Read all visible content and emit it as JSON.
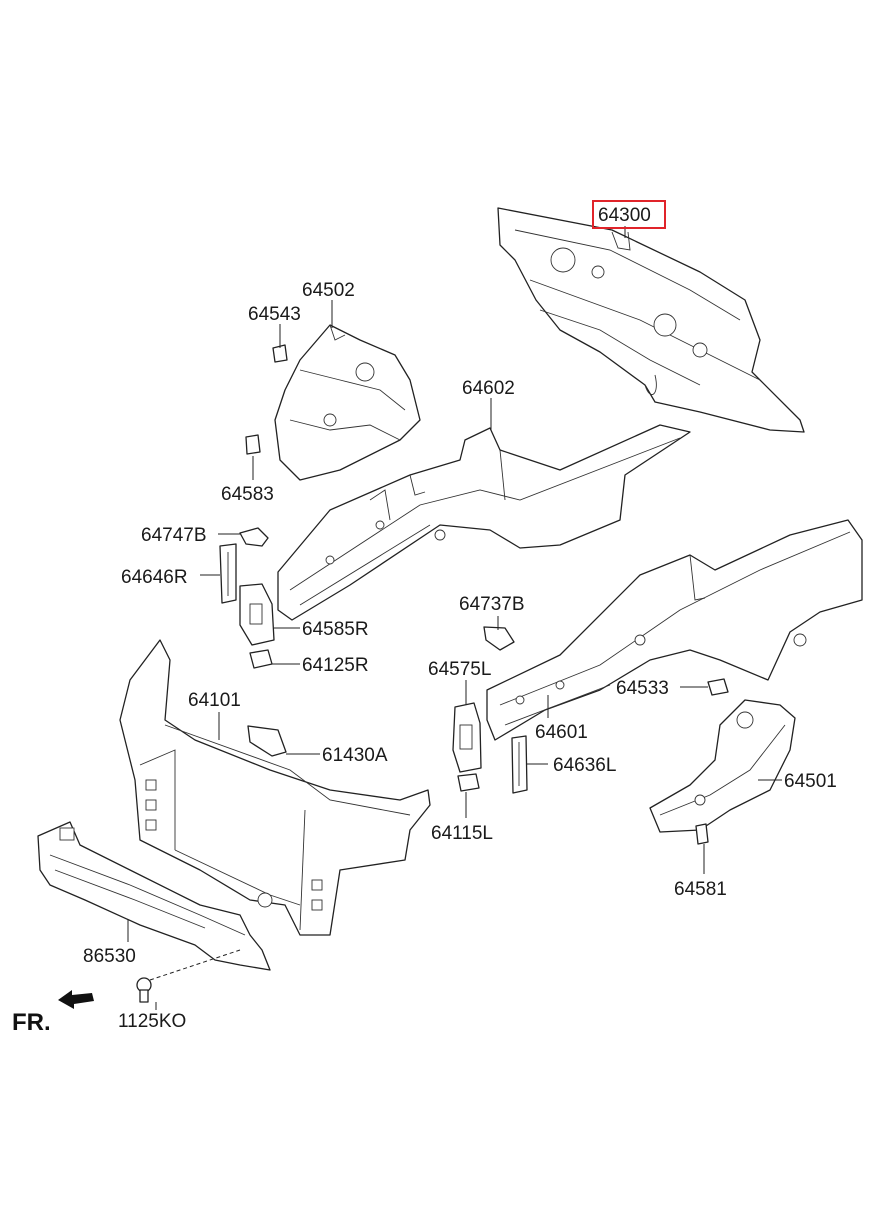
{
  "highlight_color": "#e0242a",
  "orientation_label": "FR.",
  "orientation_icon": "arrow-front-icon",
  "parts": {
    "p64300": "64300",
    "p64502": "64502",
    "p64543": "64543",
    "p64583": "64583",
    "p64602": "64602",
    "p64747B": "64747B",
    "p64646R": "64646R",
    "p64585R": "64585R",
    "p64125R": "64125R",
    "p64737B": "64737B",
    "p64575L": "64575L",
    "p64533": "64533",
    "p64601": "64601",
    "p64101": "64101",
    "p61430A": "61430A",
    "p64636L": "64636L",
    "p64501": "64501",
    "p64115L": "64115L",
    "p64581": "64581",
    "p86530": "86530",
    "p1125KO": "1125KO"
  }
}
